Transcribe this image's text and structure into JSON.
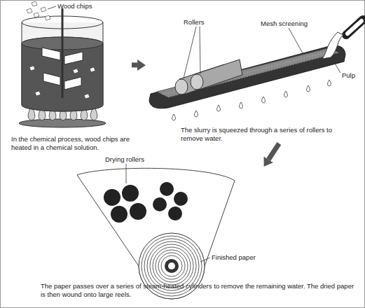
{
  "diagram": {
    "nodes": [
      {
        "text": [
          "In the chemical process, wood chips are heated in a chemical solution."
        ]
      },
      {
        "text": [
          "The slurry is squeezed through a series of rollers to remove water."
        ]
      },
      {
        "text": [
          "The paper passes over a series of steam-heated cylinders to remove the remaining water. The dried paper is then wound onto large reels."
        ]
      }
    ],
    "edges": [
      {
        "from": 0,
        "to": 1,
        "arrow": "to"
      },
      {
        "from": 1,
        "to": 2,
        "arrow": "to"
      }
    ],
    "labels": [
      "Wood chips",
      "Rollers",
      "Mesh screening",
      "Pulp",
      "Drying rollers",
      "Finished paper"
    ]
  }
}
